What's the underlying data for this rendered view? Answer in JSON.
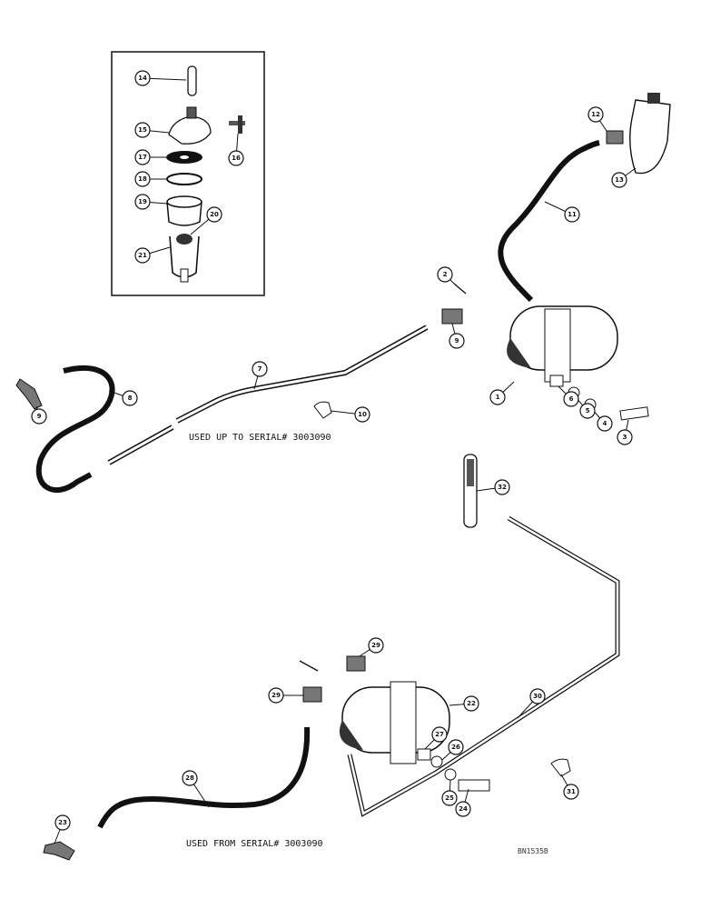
{
  "notes": {
    "upper": "USED UP TO SERIAL# 3003090",
    "lower": "USED FROM SERIAL# 3003090"
  },
  "drawing_code": "BN1535B",
  "callouts": [
    "1",
    "2",
    "3",
    "4",
    "5",
    "6",
    "7",
    "8",
    "9",
    "10",
    "11",
    "12",
    "13",
    "14",
    "15",
    "16",
    "17",
    "18",
    "19",
    "20",
    "21",
    "22",
    "23",
    "24",
    "25",
    "26",
    "27",
    "28",
    "29",
    "30",
    "31",
    "32"
  ]
}
